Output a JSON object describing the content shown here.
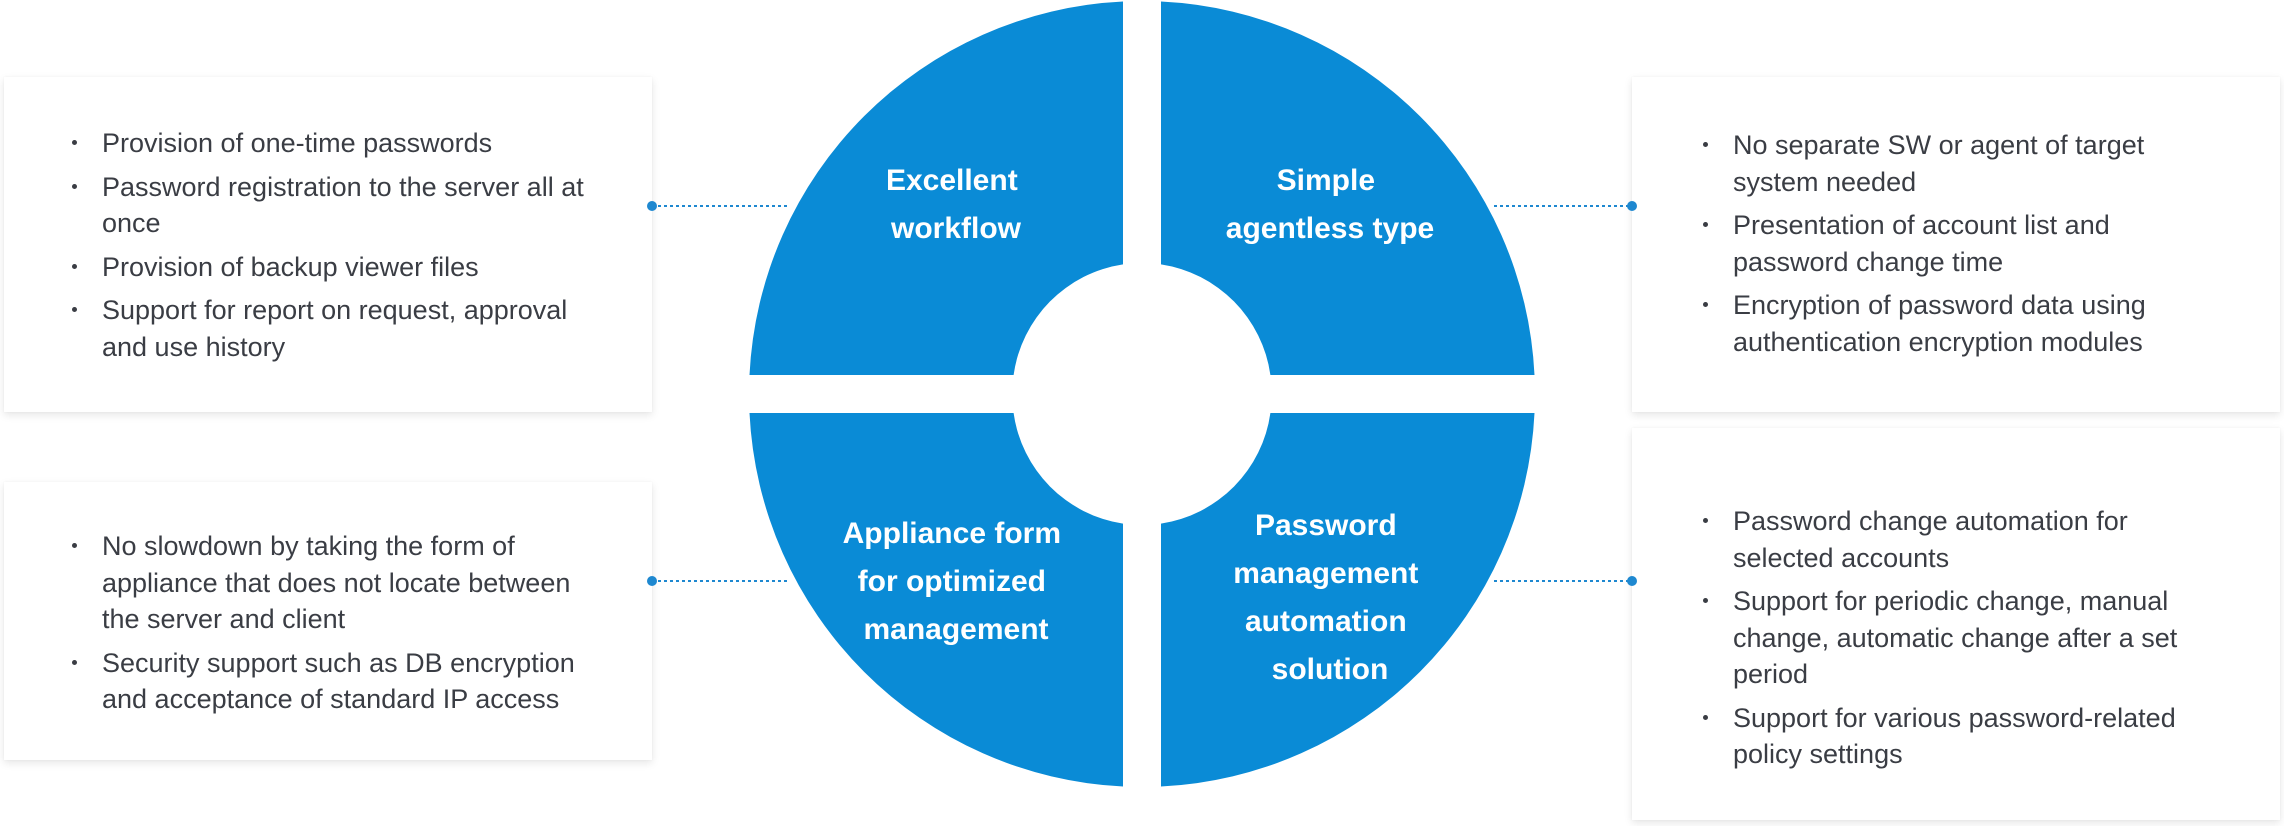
{
  "colors": {
    "quadrant_fill": "#0a8bd6",
    "connector": "#1e88d0",
    "text": "#3a3d44",
    "label_text": "#ffffff"
  },
  "quadrants": {
    "top_left": [
      "Excellent",
      "workflow"
    ],
    "top_right": [
      "Simple",
      "agentless type"
    ],
    "bottom_left": [
      "Appliance form",
      "for optimized",
      "management"
    ],
    "bottom_right": [
      "Password",
      "management",
      "automation",
      "solution"
    ]
  },
  "cards": {
    "top_left": [
      "Provision of one-time passwords",
      "Password registration to the server all at once",
      "Provision of backup viewer files",
      "Support for report on request, approval and use history"
    ],
    "bottom_left": [
      "No slowdown by taking the form of appliance that does not locate between the server and client",
      "Security support such as DB encryption and acceptance of standard IP access"
    ],
    "top_right": [
      "No separate SW or agent of target system needed",
      "Presentation of account list and password change time",
      "Encryption of password data using authentication encryption modules"
    ],
    "bottom_right": [
      "Password change automation for selected accounts",
      "Support for periodic change, manual change, automatic change after a set period",
      "Support for various password-related policy settings"
    ]
  }
}
